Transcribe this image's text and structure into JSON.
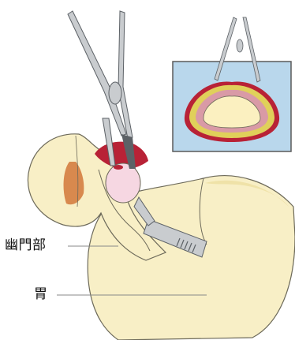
{
  "labels": {
    "pylorus": "幽門部",
    "stomach": "胃"
  },
  "colors": {
    "stomach_fill": "#f8efc6",
    "stomach_shade": "#efe2a8",
    "outline": "#6d6a5a",
    "pylorus_tissue": "#d8894e",
    "bulb": "#f6d7e2",
    "blood_red": "#b82236",
    "inset_bg": "#b9d7ec",
    "inset_border": "#5a5a5a",
    "inset_yellow": "#e0d05a",
    "inset_pink": "#d99aa6",
    "inset_core": "#fbf0c0",
    "instrument": "#c9cccf",
    "instrument_dark": "#5c6166",
    "leader_line": "#888888"
  },
  "icons": [
    "hemostat-forceps",
    "scalpel",
    "inset-forceps"
  ]
}
